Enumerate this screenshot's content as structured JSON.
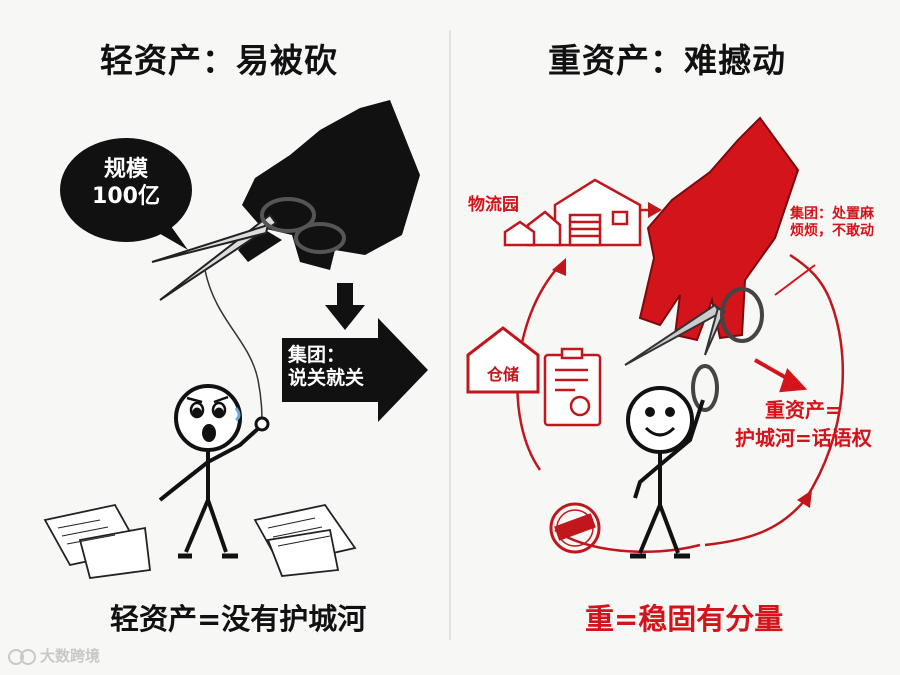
{
  "left_panel": {
    "title": "轻资产：易被砍",
    "bubble_line1": "规模",
    "bubble_line2": "100亿",
    "arrow_line1": "集团：",
    "arrow_line2": "说关就关",
    "caption": "轻资产=没有护城河"
  },
  "right_panel": {
    "title": "重资产：难撼动",
    "park_label": "物流园",
    "warehouse_sign": "仓储",
    "group_note": "集团：处置麻烦烦，不敢动",
    "moat_line1": "重资产=",
    "moat_line2": "护城河=话语权",
    "caption": "重=稳固有分量"
  },
  "watermark": "大数跨境",
  "colors": {
    "red": "#d4141b",
    "black": "#111111",
    "background": "#f7f7f5"
  }
}
